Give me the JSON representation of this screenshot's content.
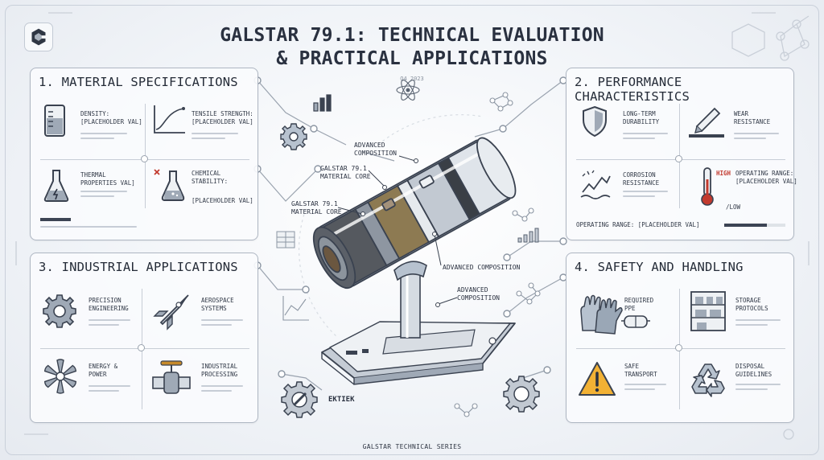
{
  "title_line1": "GALSTAR 79.1: TECHNICAL EVALUATION",
  "title_line2": "& PRACTICAL APPLICATIONS",
  "date": "Q4 2023",
  "footer": "GALSTAR TECHNICAL SERIES",
  "panels": {
    "material": {
      "title": "1. MATERIAL SPECIFICATIONS",
      "density": "DENSITY:\n[PLACEHOLDER VAL]",
      "tensile": "TENSILE STRENGTH:\n[PLACEHOLDER VAL]",
      "thermal": "THERMAL\nPROPERTIES VAL]",
      "chemical_a": "CHEMICAL\nSTABILITY:",
      "chemical_b": "[PLACEHOLDER VAL]"
    },
    "performance": {
      "title": "2. PERFORMANCE CHARACTERISTICS",
      "durability": "LONG-TERM\nDURABILITY",
      "wear": "WEAR\nRESISTANCE",
      "corrosion": "CORROSION\nRESISTANCE",
      "range_high": "HIGH",
      "range_label": "OPERATING RANGE:\n[PLACEHOLDER VAL]",
      "range_low": "/LOW",
      "range_footer": "OPERATING RANGE: [PLACEHOLDER VAL]"
    },
    "industrial": {
      "title": "3. INDUSTRIAL APPLICATIONS",
      "precision": "PRECISION\nENGINEERING",
      "aerospace": "AEROSPACE\nSYSTEMS",
      "energy": "ENERGY &\nPOWER",
      "processing": "INDUSTRIAL\nPROCESSING"
    },
    "safety": {
      "title": "4. SAFETY AND HANDLING",
      "ppe": "REQUIRED\nPPE",
      "storage": "STORAGE\nPROTOCOLS",
      "transport": "SAFE\nTRANSPORT",
      "disposal": "DISPOSAL\nGUIDELINES"
    }
  },
  "callouts": {
    "adv1": "ADVANCED\nCOMPOSITION",
    "core1": "GALSTAR 79.1\nMATERIAL CORE",
    "core2": "GALSTAR 79.1\nMATERIAL CORE",
    "adv2": "ADVANCED COMPOSITION",
    "adv3": "ADVANCED\nCOMPOSITION",
    "brand": "EKTIEK"
  },
  "colors": {
    "accent": "#3c4454",
    "warning": "#f2b134",
    "high": "#c23a2e",
    "frame": "#aeb6c2"
  }
}
